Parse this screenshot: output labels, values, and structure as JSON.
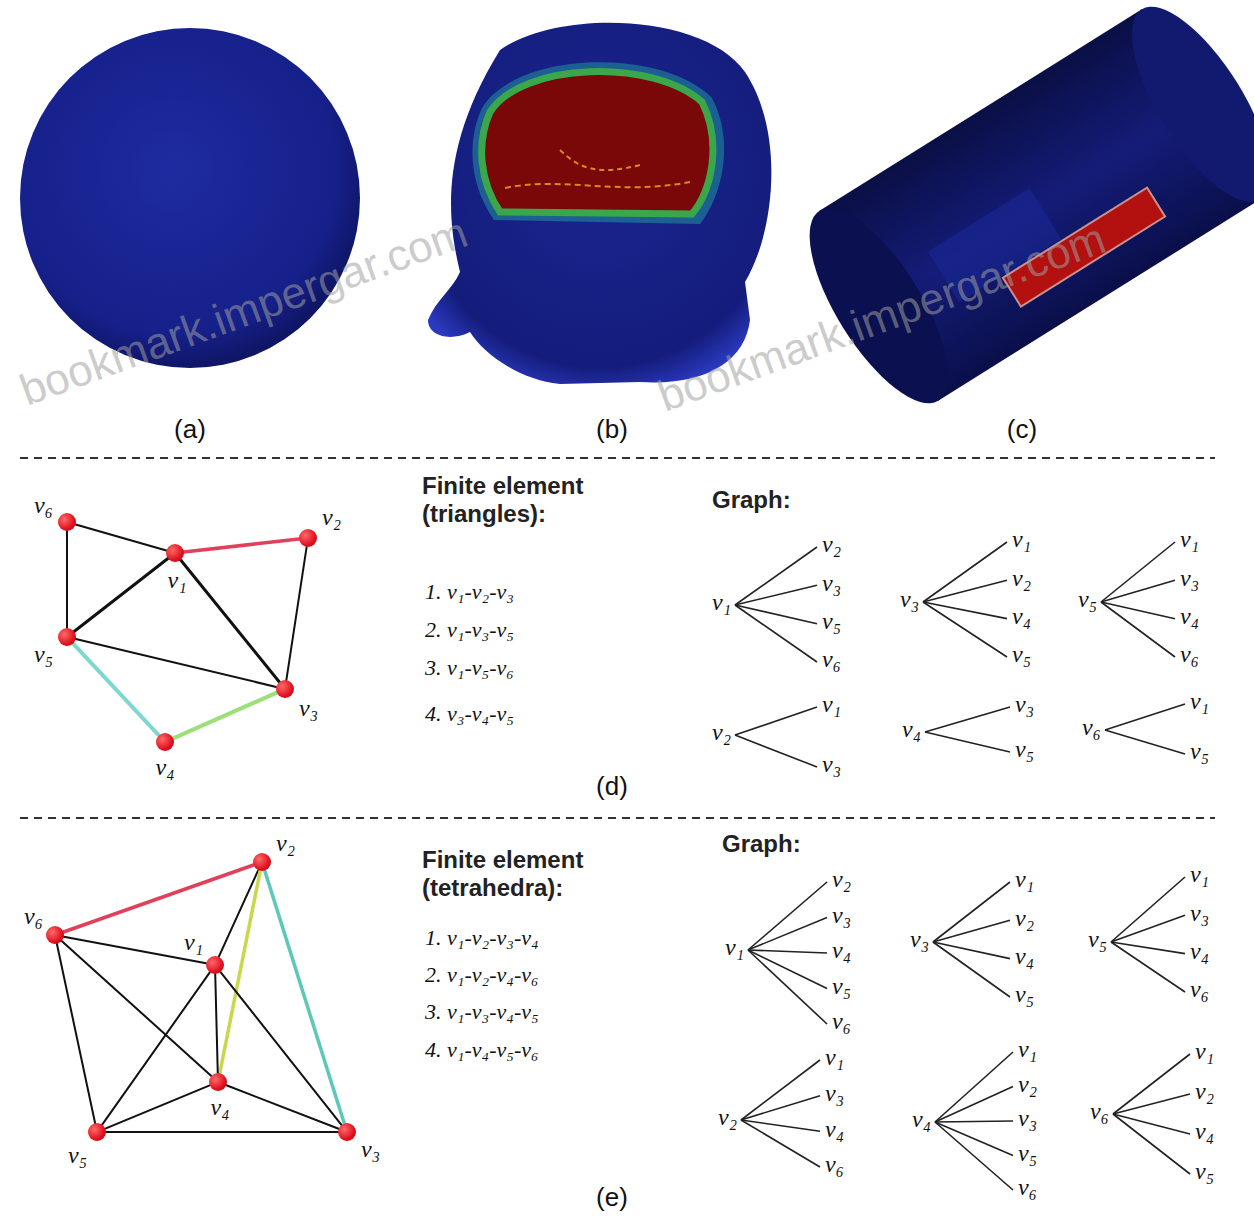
{
  "diagram": {
    "nodes": [
      {
        "text": [
          "v₁"
        ]
      },
      {
        "text": [
          "v₂"
        ]
      },
      {
        "text": [
          "v₃"
        ]
      },
      {
        "text": [
          "v₄"
        ]
      },
      {
        "text": [
          "v₅"
        ]
      },
      {
        "text": [
          "v₆"
        ]
      },
      {
        "text": [
          "v₁"
        ]
      },
      {
        "text": [
          "v₂"
        ]
      },
      {
        "text": [
          "v₃"
        ]
      },
      {
        "text": [
          "v₄"
        ]
      },
      {
        "text": [
          "v₅"
        ]
      },
      {
        "text": [
          "v₆"
        ]
      }
    ],
    "edges": [
      {
        "from": 5,
        "to": 0,
        "arrow": "none"
      },
      {
        "from": 0,
        "to": 1,
        "arrow": "none"
      },
      {
        "from": 1,
        "to": 2,
        "arrow": "none"
      },
      {
        "from": 5,
        "to": 4,
        "arrow": "none"
      },
      {
        "from": 4,
        "to": 0,
        "arrow": "none"
      },
      {
        "from": 0,
        "to": 2,
        "arrow": "none"
      },
      {
        "from": 4,
        "to": 2,
        "arrow": "none"
      },
      {
        "from": 4,
        "to": 3,
        "arrow": "none"
      },
      {
        "from": 3,
        "to": 2,
        "arrow": "none"
      },
      {
        "from": 11,
        "to": 7,
        "arrow": "none"
      },
      {
        "from": 11,
        "to": 6,
        "arrow": "none"
      },
      {
        "from": 11,
        "to": 9,
        "arrow": "none"
      },
      {
        "from": 11,
        "to": 10,
        "arrow": "none"
      },
      {
        "from": 7,
        "to": 6,
        "arrow": "none"
      },
      {
        "from": 7,
        "to": 9,
        "arrow": "none"
      },
      {
        "from": 7,
        "to": 8,
        "arrow": "none"
      },
      {
        "from": 6,
        "to": 9,
        "arrow": "none"
      },
      {
        "from": 6,
        "to": 8,
        "arrow": "none"
      },
      {
        "from": 6,
        "to": 10,
        "arrow": "none"
      },
      {
        "from": 9,
        "to": 8,
        "arrow": "none"
      },
      {
        "from": 9,
        "to": 10,
        "arrow": "none"
      },
      {
        "from": 10,
        "to": 8,
        "arrow": "none"
      }
    ],
    "labels": [
      "(a)",
      "(b)",
      "(c)",
      "Finite element (triangles):",
      "1. v₁-v₂-v₃",
      "2. v₁-v₃-v₅",
      "3. v₁-v₅-v₆",
      "4. v₃-v₄-v₅",
      "Graph:",
      "v₁",
      "v₂",
      "v₃",
      "v₅",
      "v₆",
      "v₃",
      "v₁",
      "v₂",
      "v₄",
      "v₅",
      "v₅",
      "v₁",
      "v₃",
      "v₄",
      "v₆",
      "v₂",
      "v₁",
      "v₃",
      "v₄",
      "v₃",
      "v₅",
      "v₆",
      "v₁",
      "v₅",
      "(d)",
      "Finite element (tetrahedra):",
      "1. v₁-v₂-v₃-v₄",
      "2. v₁-v₂-v₄-v₆",
      "3. v₁-v₃-v₄-v₅",
      "4. v₁-v₄-v₅-v₆",
      "Graph:",
      "v₁",
      "v₂",
      "v₃",
      "v₄",
      "v₅",
      "v₆",
      "v₃",
      "v₁",
      "v₂",
      "v₄",
      "v₅",
      "v₅",
      "v₁",
      "v₃",
      "v₄",
      "v₆",
      "v₂",
      "v₁",
      "v₃",
      "v₄",
      "v₆",
      "v₄",
      "v₁",
      "v₂",
      "v₃",
      "v₅",
      "v₆",
      "v₆",
      "v₁",
      "v₂",
      "v₄",
      "v₅",
      "(e)",
      "bookmark.impergar.com",
      "bookmark.impergar.com"
    ]
  }
}
